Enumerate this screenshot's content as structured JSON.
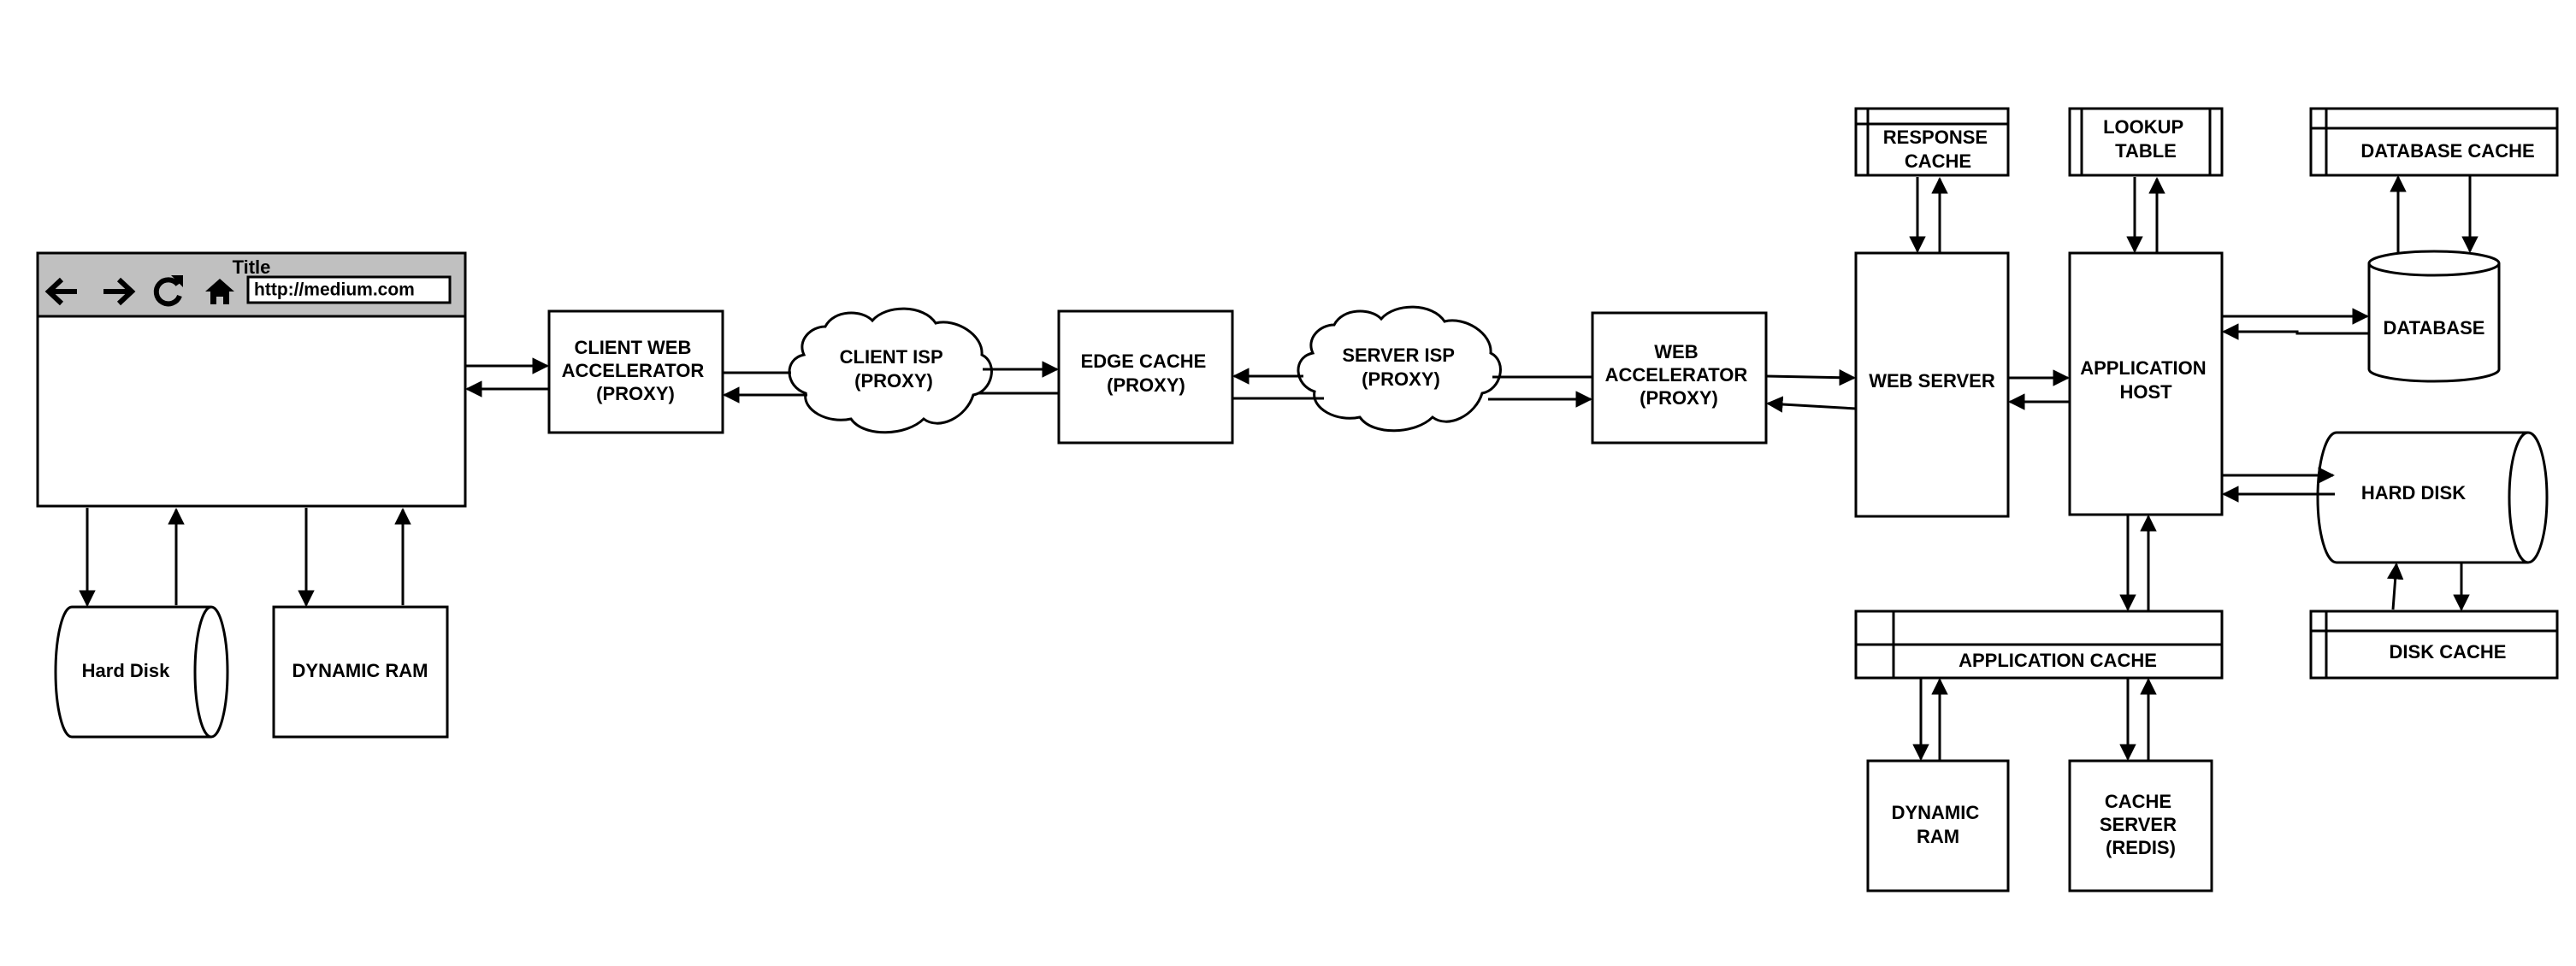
{
  "browser": {
    "title": "Title",
    "url": "http://medium.com",
    "icons": [
      "back-arrow-icon",
      "forward-arrow-icon",
      "reload-icon",
      "home-icon"
    ]
  },
  "nodes": {
    "client_hard_disk": "Hard Disk",
    "client_dynamic_ram": "DYNAMIC RAM",
    "client_web_accelerator": [
      "CLIENT WEB",
      "ACCELERATOR",
      "(PROXY)"
    ],
    "client_isp": [
      "CLIENT ISP",
      "(PROXY)"
    ],
    "edge_cache": [
      "EDGE CACHE",
      "(PROXY)"
    ],
    "server_isp": [
      "SERVER ISP",
      "(PROXY)"
    ],
    "web_accelerator": [
      "WEB",
      "ACCELERATOR",
      "(PROXY)"
    ],
    "response_cache": [
      "RESPONSE",
      "CACHE"
    ],
    "web_server": "WEB SERVER",
    "lookup_table": [
      "LOOKUP",
      "TABLE"
    ],
    "application_host": [
      "APPLICATION",
      "HOST"
    ],
    "database_cache": "DATABASE CACHE",
    "database": "DATABASE",
    "hard_disk": "HARD DISK",
    "disk_cache": "DISK CACHE",
    "application_cache": "APPLICATION CACHE",
    "server_dynamic_ram": [
      "DYNAMIC",
      "RAM"
    ],
    "cache_server": [
      "CACHE",
      "SERVER",
      "(REDIS)"
    ]
  }
}
